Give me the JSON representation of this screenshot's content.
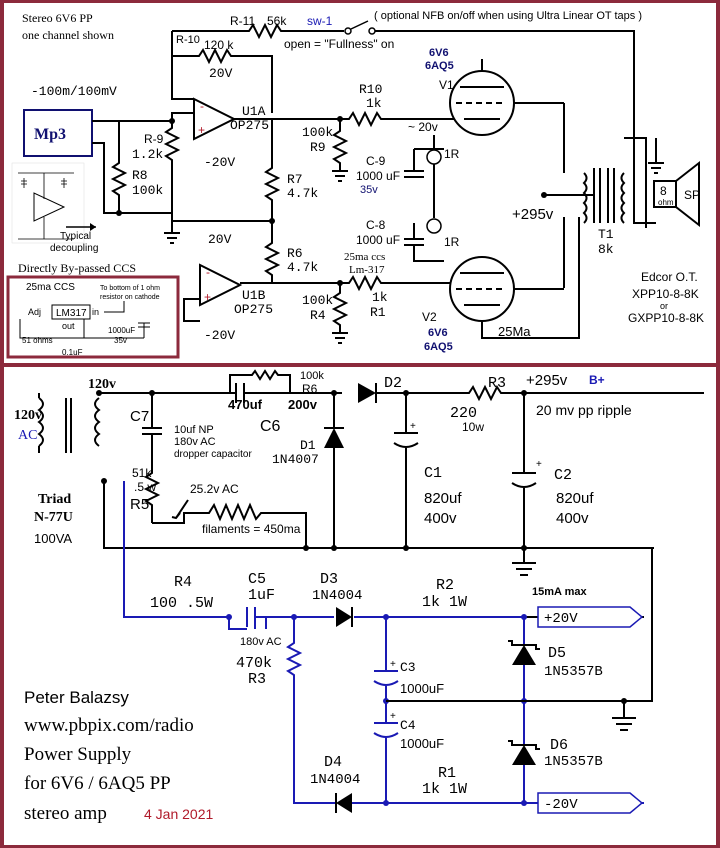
{
  "top": {
    "title_line1": "Stereo 6V6 PP",
    "title_line2": "one channel shown",
    "nfb_note": "( optional  NFB  on/off  when using Ultra Linear OT taps )",
    "r11": "R-11",
    "r11_val": "56k",
    "sw1": "sw-1",
    "r10": "R-10",
    "r10_val": "120 k",
    "fullness": "open = \"Fullness\" on",
    "tube_top": "6V6",
    "tube_top2": "6AQ5",
    "v1": "V1",
    "input_level": "-100m/100mV",
    "mp3": "Mp3",
    "r10_pos": "20V",
    "r10_neg": "-20V",
    "u1a": "U1A",
    "u1a_part": "OP275",
    "r9": "R-9",
    "r9_val": "1.2k",
    "r8": "R8",
    "r8_val": "100k",
    "r10b": "R10",
    "r10b_val": "1k",
    "pot_top_val": "100k",
    "pot_top": "R9",
    "tilde20": "~ 20v",
    "c9": "C-9",
    "c9_val": "1000 uF",
    "c9_v": "35v",
    "one_r_top": "1R",
    "r7": "R7",
    "r7_val": "4.7k",
    "typical": "Typical",
    "decoupling": "decoupling",
    "c8": "C-8",
    "c8_val": "1000 uF",
    "one_r_bot": "1R",
    "b_plus": "+295v",
    "t1": "T1",
    "t1_val": "8k",
    "sp_8": "8",
    "sp_ohm": "ohm",
    "sp": "SP",
    "ccs1": "25ma ccs",
    "ccs2": "Lm-317",
    "r6": "R6",
    "r6_val": "4.7k",
    "u1b_pos": "20V",
    "u1b_neg": "-20V",
    "u1b": "U1B",
    "u1b_part": "OP275",
    "pot_bot_val": "100k",
    "pot_bot": "R4",
    "r1_val": "1k",
    "r1": "R1",
    "v2": "V2",
    "tube_bot": "6V6",
    "tube_bot2": "6AQ5",
    "ma25": "25Ma",
    "edcor1": "Edcor O.T.",
    "edcor2": "XPP10-8-8K",
    "edcor3": "or",
    "edcor4": "GXPP10-8-8K",
    "bypassed": "Directly By-passed CCS",
    "inset_title": "25ma  CCS",
    "inset_note1": "To bottom of 1 ohm",
    "inset_note2": "resistor on cathode",
    "inset_adj": "Adj",
    "inset_lm": "LM317",
    "inset_in": "in",
    "inset_out": "out",
    "inset_ohms": "51 ohms",
    "inset_cap": "1000uF",
    "inset_cap_v": "35v",
    "inset_01": "0.1uF"
  },
  "bottom": {
    "v120a": "120v",
    "v120b": "120v",
    "ac": "AC",
    "c6_a": "470uf",
    "r6_val": "100k",
    "r6": "R6",
    "c6_v": "200v",
    "c6": "C6",
    "d2": "D2",
    "r3": "R3",
    "r3_val": "220",
    "r3_w": "10w",
    "bplus": "+295v",
    "bplus_tag": "B+",
    "ripple": "20 mv pp ripple",
    "c7": "C7",
    "c7_note1": "10uf NP",
    "c7_note2": "180v AC",
    "c7_note3": "dropper capacitor",
    "d1": "D1",
    "d1_part": "1N4007",
    "r5_val": "51k",
    "r5_w": ".5 w",
    "r5": "R5",
    "fil_v": "25.2v AC",
    "filaments": "filaments = 450ma",
    "c1": "C1",
    "c1_val": "820uf",
    "c1_v": "400v",
    "c2": "C2",
    "c2_val": "820uf",
    "c2_v": "400v",
    "triad1": "Triad",
    "triad2": "N-77U",
    "triad3": "100VA",
    "r4": "R4",
    "r4_val": "100  .5W",
    "c5": "C5",
    "c5_val": "1uF",
    "c5_ac": "180v AC",
    "d3": "D3",
    "d3_part": "1N4004",
    "r2": "R2",
    "r2_val": "1k  1W",
    "ma_max": "15mA max",
    "plus20": "+20V",
    "r3b_val": "470k",
    "r3b": "R3",
    "c3": "C3",
    "c3_val": "1000uF",
    "d5": "D5",
    "d5_part": "1N5357B",
    "c4": "C4",
    "c4_val": "1000uF",
    "d6": "D6",
    "d6_part": "1N5357B",
    "d4": "D4",
    "d4_part": "1N4004",
    "r1": "R1",
    "r1_val": "1k  1W",
    "minus20": "-20V",
    "author": "Peter Balazsy",
    "url": "www.pbpix.com/radio",
    "ps1": "Power Supply",
    "ps2": "for 6V6 / 6AQ5 PP",
    "ps3": "stereo amp",
    "date": "4 Jan 2021"
  }
}
